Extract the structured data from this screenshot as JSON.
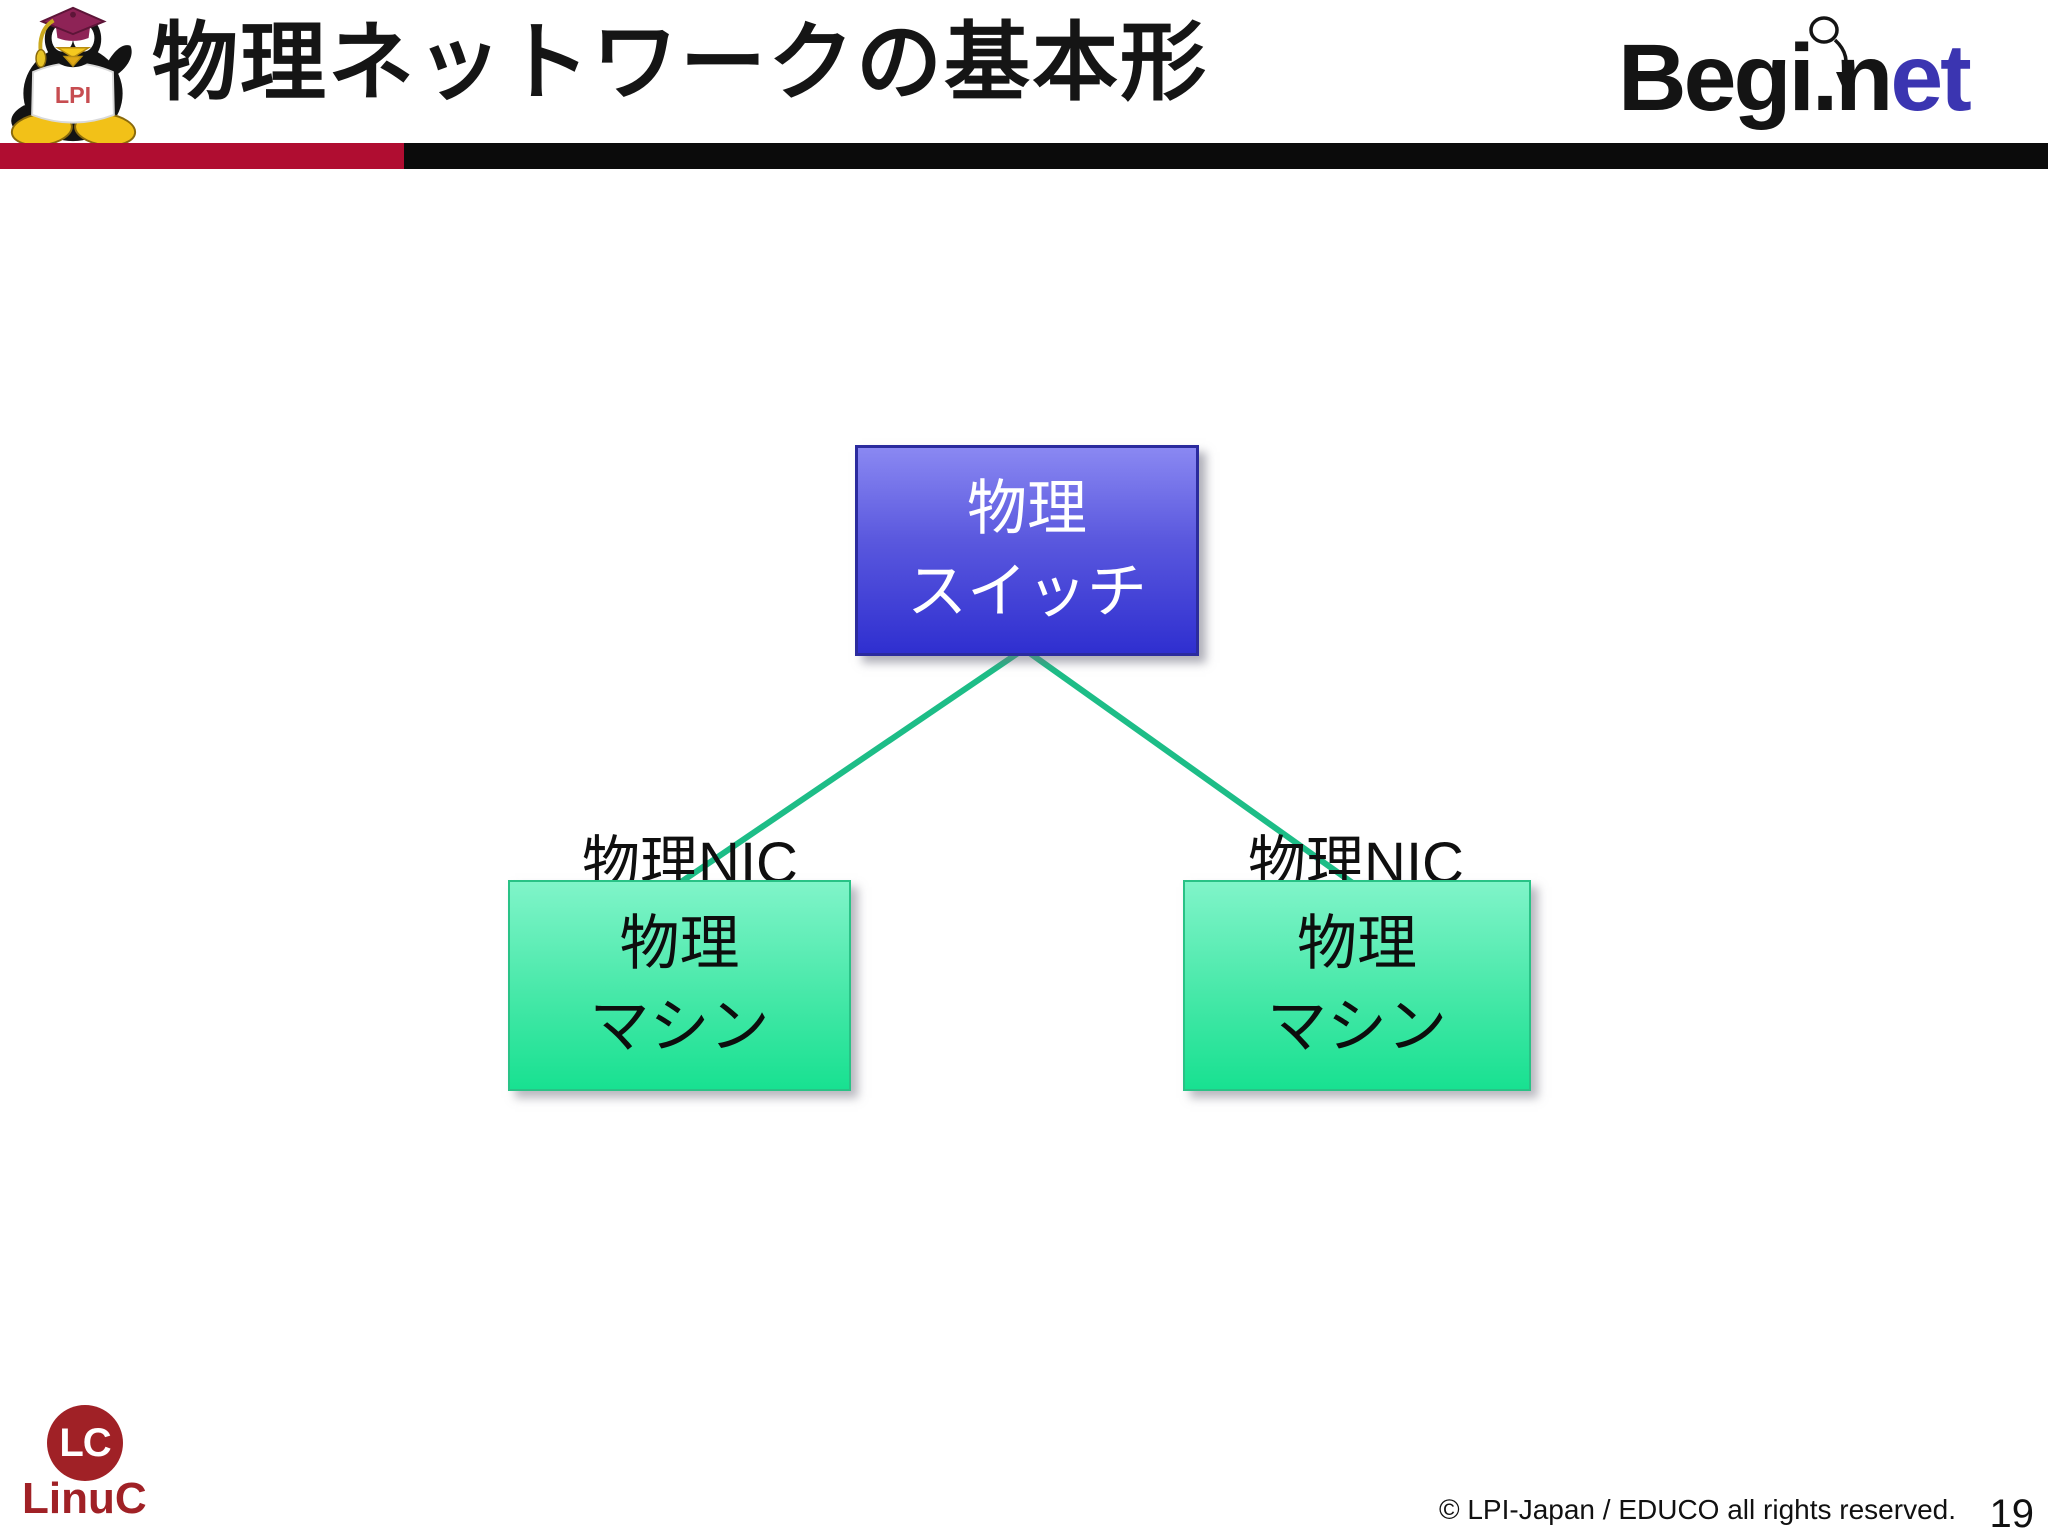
{
  "header": {
    "title": "物理ネットワークの基本形",
    "mascot_icon": "graduate-penguin-mascot",
    "logo": {
      "part_black1": "Begi",
      "dot": ".",
      "part_black2": "n",
      "part_blue": "et",
      "loop_icon": "loop-arrow"
    }
  },
  "diagram": {
    "switch_node": {
      "line1": "物理",
      "line2": "スイッチ"
    },
    "nic_label_left": "物理NIC",
    "nic_label_right": "物理NIC",
    "machine_left": {
      "line1": "物理",
      "line2": "マシン"
    },
    "machine_right": {
      "line1": "物理",
      "line2": "マシン"
    }
  },
  "footer": {
    "linuc_badge": "LC",
    "linuc_wordmark": "LinuC",
    "copyright": "© LPI-Japan / EDUCO all rights reserved.",
    "page_number": "19"
  },
  "colors": {
    "accent_bar_red": "#b00d31",
    "accent_bar_black": "#0b0b0b",
    "switch_gradient_top": "#8a88f2",
    "switch_gradient_bottom": "#2f2fd0",
    "switch_border": "#2b2b9e",
    "machine_gradient_top": "#80f4c9",
    "machine_gradient_bottom": "#18e191",
    "machine_border": "#29c286",
    "connector_green": "#1dbd87",
    "linuc_red": "#a02126",
    "beginet_blue": "#3b35b1"
  }
}
